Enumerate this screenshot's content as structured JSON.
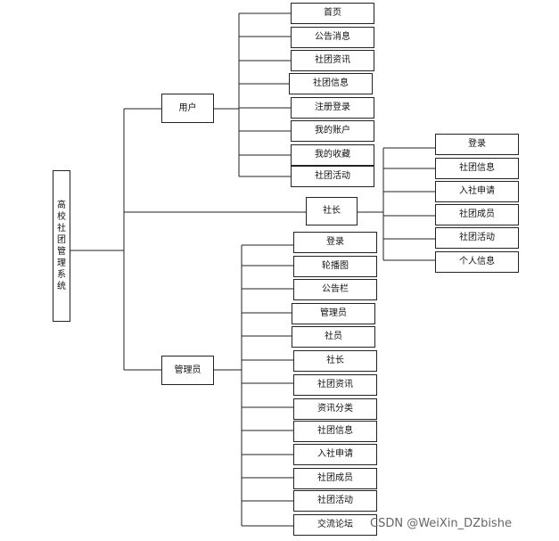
{
  "root": {
    "label": "高校社团管理系统"
  },
  "roles": {
    "user": {
      "label": "用户",
      "items": [
        "首页",
        "公告消息",
        "社团资讯",
        "社团信息",
        "注册登录",
        "我的账户",
        "我的收藏",
        "社团活动"
      ]
    },
    "leader": {
      "label": "社长",
      "items": [
        "登录",
        "社团信息",
        "入社申请",
        "社团成员",
        "社团活动",
        "个人信息"
      ]
    },
    "admin": {
      "label": "管理员",
      "items": [
        "登录",
        "轮播图",
        "公告栏",
        "管理员",
        "社员",
        "社长",
        "社团资讯",
        "资讯分类",
        "社团信息",
        "入社申请",
        "社团成员",
        "社团活动",
        "交流论坛"
      ]
    }
  },
  "watermark": "CSDN @WeiXin_DZbishe"
}
